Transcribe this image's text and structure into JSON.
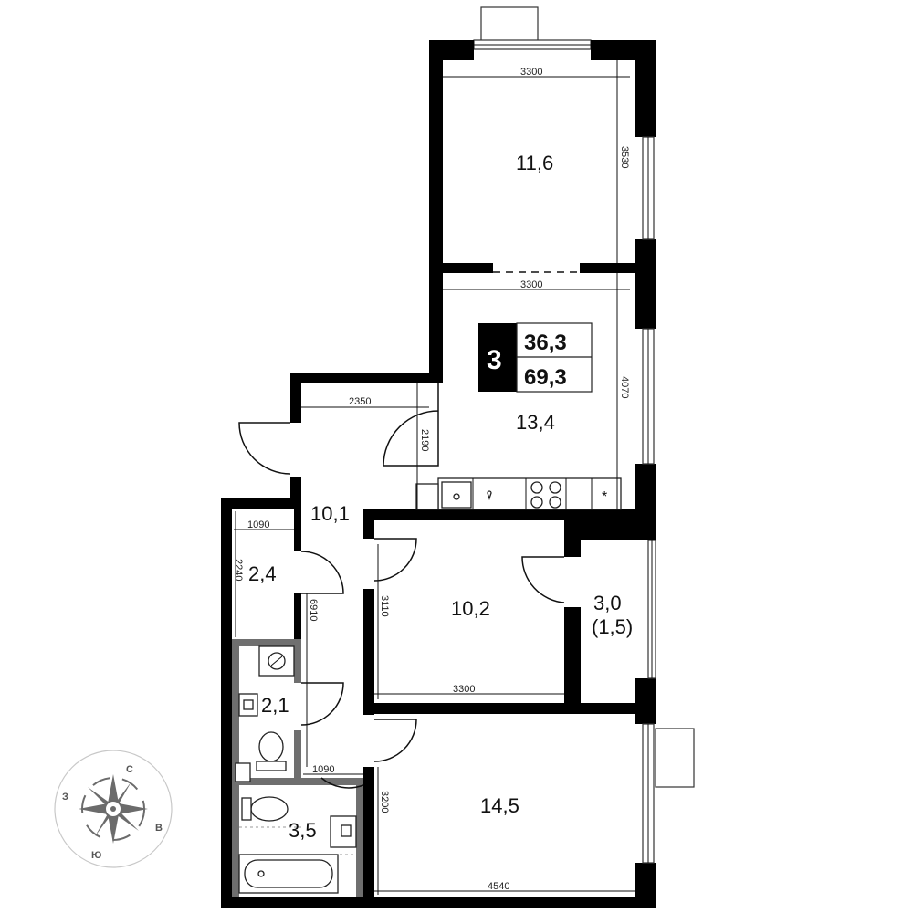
{
  "plan": {
    "room_count": "3",
    "living_area": "36,3",
    "total_area": "69,3"
  },
  "rooms": [
    {
      "id": "bedroom-top",
      "area": "11,6"
    },
    {
      "id": "living-kitchen",
      "area": "13,4"
    },
    {
      "id": "hallway",
      "area": "10,1"
    },
    {
      "id": "closet",
      "area": "2,4"
    },
    {
      "id": "toilet",
      "area": "2,1"
    },
    {
      "id": "bathroom",
      "area": "3,5"
    },
    {
      "id": "bedroom-middle",
      "area": "10,2"
    },
    {
      "id": "balcony",
      "area": "3,0",
      "sub": "(1,5)"
    },
    {
      "id": "bedroom-bottom",
      "area": "14,5"
    }
  ],
  "dimensions": {
    "top_width": "3300",
    "top_height": "3530",
    "living_width": "3300",
    "living_height": "4070",
    "hall_width": "2350",
    "hall_door_depth": "2190",
    "closet_width": "1090",
    "closet_height": "2240",
    "corridor_length": "6910",
    "bath_width": "1090",
    "mid_height": "3110",
    "mid_width": "3300",
    "bottom_height": "3200",
    "bottom_width": "4540"
  },
  "compass": {
    "north": "С",
    "west": "З",
    "east": "В",
    "south": "Ю"
  },
  "icons": {
    "compass": "compass-rose-icon",
    "stove": "stove-icon",
    "sink": "sink-icon",
    "toilet": "toilet-icon",
    "bathtub": "bathtub-icon",
    "washer": "washing-machine-icon"
  },
  "colors": {
    "wall": "#000000",
    "partition": "#6f6f6f",
    "compass": "#6b6b6b"
  }
}
